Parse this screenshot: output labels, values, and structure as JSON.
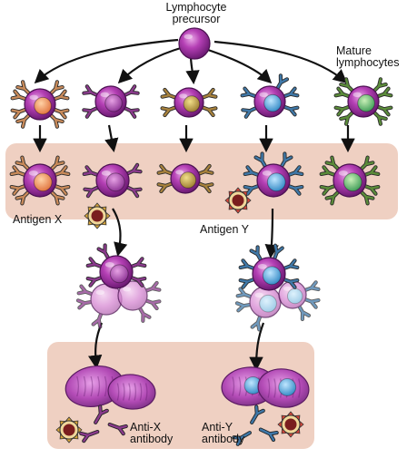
{
  "labels": {
    "precursor": [
      "Lymphocyte",
      "precursor"
    ],
    "mature": [
      "Mature",
      "lymphocytes"
    ],
    "antigen_x": "Antigen X",
    "antigen_y": "Antigen Y",
    "anti_x": [
      "Anti-X",
      "antibody"
    ],
    "anti_y": [
      "Anti-Y",
      "antibody"
    ]
  },
  "colors": {
    "panel": "#efd0c2",
    "cell_body": "#b43fb4",
    "cell_dark": "#6c1a73",
    "orange_nucleus": "#f08a4e",
    "violet_nucleus": "#a94bb0",
    "olive_nucleus": "#b69a3a",
    "blue_nucleus": "#4ba3d8",
    "green_nucleus": "#4caf6a",
    "receptor_orange": "#c88a5a",
    "receptor_purple": "#8a3a8c",
    "receptor_olive": "#a8823c",
    "receptor_blue": "#3f78a8",
    "receptor_green": "#5b8c3a",
    "antigen_body": "#7a1e1e",
    "antigen_spikes": "#d6a43a",
    "antigen_y_spikes": "#d9463a"
  }
}
